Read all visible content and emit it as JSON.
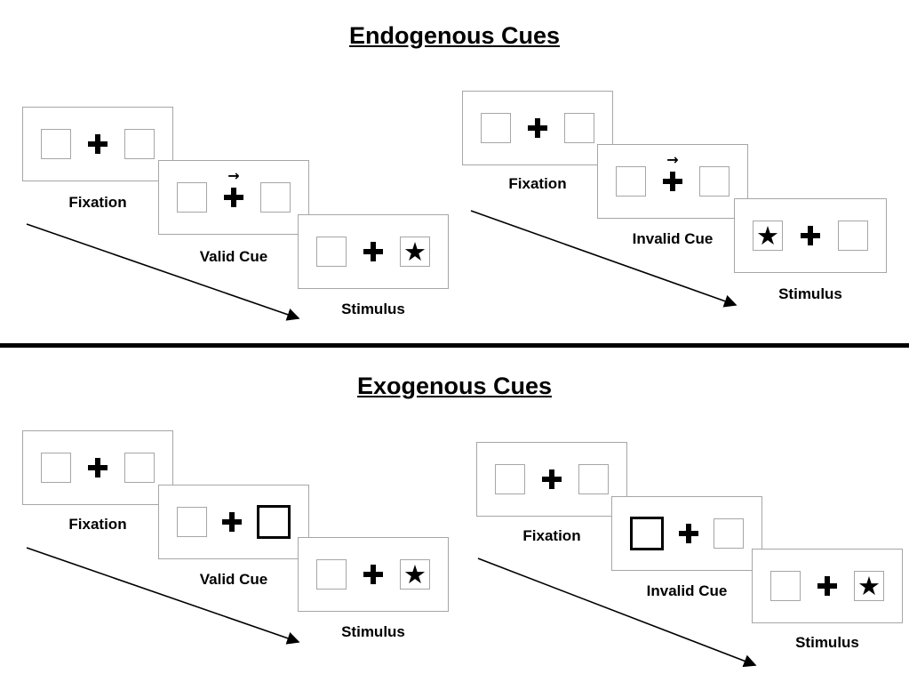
{
  "colors": {
    "ink": "#000000",
    "panel_border": "#a6a6a6",
    "background": "#ffffff"
  },
  "glyphs": {
    "star": "★",
    "cue_arrow": "→",
    "plus": "+"
  },
  "sections": [
    {
      "id": "endogenous",
      "title": "Endogenous Cues",
      "sequences": [
        {
          "id": "endogenous-valid",
          "panels": [
            {
              "label": "Fixation",
              "left_box": "empty",
              "right_box": "empty",
              "cue": "none"
            },
            {
              "label": "Valid Cue",
              "left_box": "empty",
              "right_box": "empty",
              "cue": "arrow-right-above-fixation"
            },
            {
              "label": "Stimulus",
              "left_box": "empty",
              "right_box": "star",
              "cue": "none"
            }
          ]
        },
        {
          "id": "endogenous-invalid",
          "panels": [
            {
              "label": "Fixation",
              "left_box": "empty",
              "right_box": "empty",
              "cue": "none"
            },
            {
              "label": "Invalid Cue",
              "left_box": "empty",
              "right_box": "empty",
              "cue": "arrow-right-above-fixation"
            },
            {
              "label": "Stimulus",
              "left_box": "star",
              "right_box": "empty",
              "cue": "none"
            }
          ]
        }
      ]
    },
    {
      "id": "exogenous",
      "title": "Exogenous Cues",
      "sequences": [
        {
          "id": "exogenous-valid",
          "panels": [
            {
              "label": "Fixation",
              "left_box": "empty",
              "right_box": "empty",
              "cue": "none"
            },
            {
              "label": "Valid Cue",
              "left_box": "empty",
              "right_box": "thick-box",
              "cue": "thick-box-right"
            },
            {
              "label": "Stimulus",
              "left_box": "empty",
              "right_box": "star",
              "cue": "none"
            }
          ]
        },
        {
          "id": "exogenous-invalid",
          "panels": [
            {
              "label": "Fixation",
              "left_box": "empty",
              "right_box": "empty",
              "cue": "none"
            },
            {
              "label": "Invalid Cue",
              "left_box": "thick-box",
              "right_box": "empty",
              "cue": "thick-box-left"
            },
            {
              "label": "Stimulus",
              "left_box": "empty",
              "right_box": "star",
              "cue": "none"
            }
          ]
        }
      ]
    }
  ]
}
